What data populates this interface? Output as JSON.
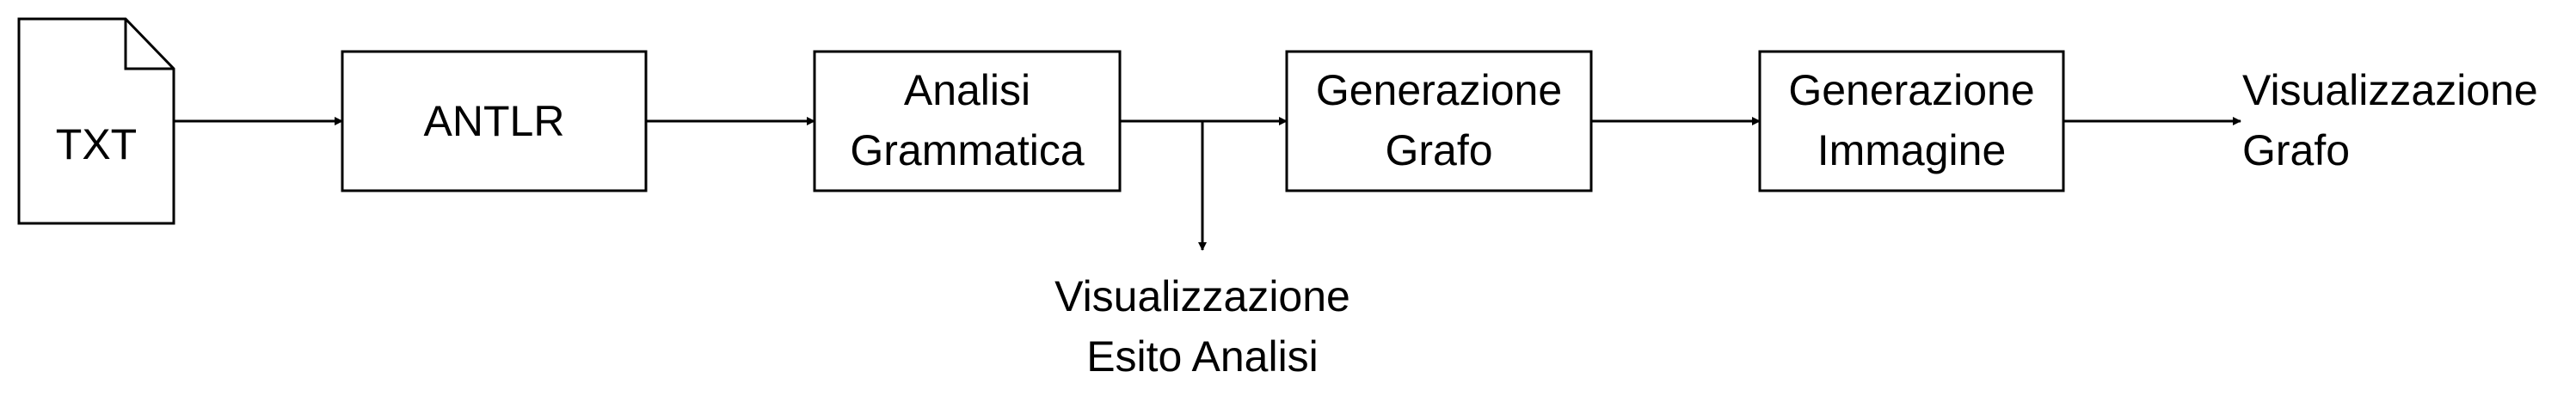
{
  "diagram": {
    "nodes": {
      "txt": {
        "label": "TXT"
      },
      "antlr": {
        "label": "ANTLR"
      },
      "analysis": {
        "line1": "Analisi",
        "line2": "Grammatica"
      },
      "graph_gen": {
        "line1": "Generazione",
        "line2": "Grafo"
      },
      "image_gen": {
        "line1": "Generazione",
        "line2": "Immagine"
      }
    },
    "outputs": {
      "graph_view": {
        "line1": "Visualizzazione",
        "line2": "Grafo"
      },
      "analysis_result": {
        "line1": "Visualizzazione",
        "line2": "Esito Analisi"
      }
    }
  }
}
